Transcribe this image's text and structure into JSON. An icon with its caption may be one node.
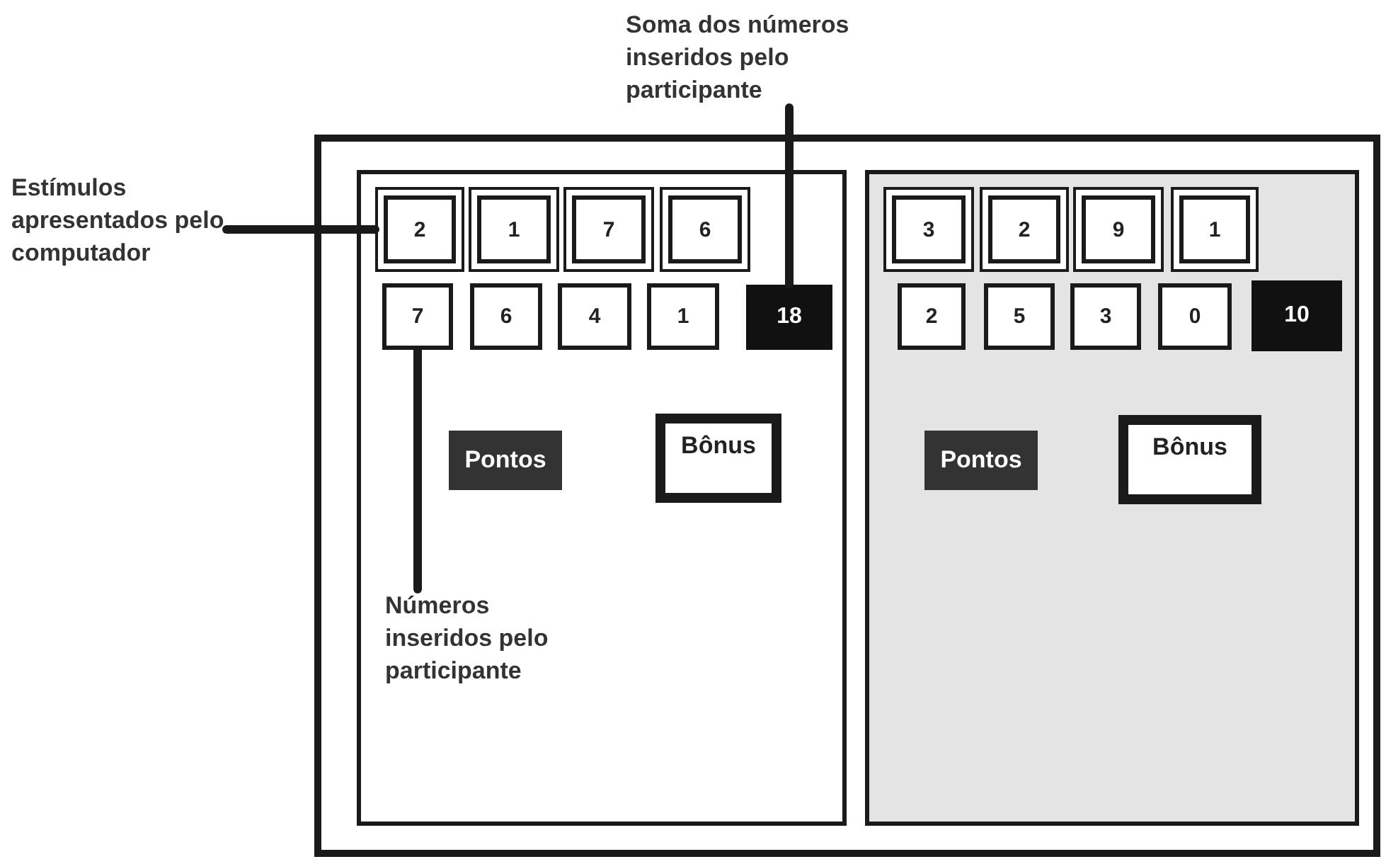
{
  "diagram": {
    "nodes": [
      {
        "text": [],
        "shape": "box"
      },
      {
        "text": [],
        "shape": "box",
        "in": 0
      },
      {
        "text": [],
        "shape": "box",
        "in": 0
      },
      {
        "text": [
          "2"
        ],
        "in": 1
      },
      {
        "text": [
          "1"
        ],
        "in": 1
      },
      {
        "text": [
          "7"
        ],
        "in": 1
      },
      {
        "text": [
          "6"
        ],
        "in": 1
      },
      {
        "text": [
          "7"
        ],
        "in": 1
      },
      {
        "text": [
          "6"
        ],
        "in": 1
      },
      {
        "text": [
          "4"
        ],
        "in": 1
      },
      {
        "text": [
          "1"
        ],
        "in": 1
      },
      {
        "text": [
          "18"
        ],
        "in": 1
      },
      {
        "text": [
          "Pontos"
        ],
        "in": 1
      },
      {
        "text": [
          "Bônus"
        ],
        "in": 1
      },
      {
        "text": [
          "3"
        ],
        "in": 2
      },
      {
        "text": [
          "2"
        ],
        "in": 2
      },
      {
        "text": [
          "9"
        ],
        "in": 2
      },
      {
        "text": [
          "1"
        ],
        "in": 2
      },
      {
        "text": [
          "2"
        ],
        "in": 2
      },
      {
        "text": [
          "5"
        ],
        "in": 2
      },
      {
        "text": [
          "3"
        ],
        "in": 2
      },
      {
        "text": [
          "0"
        ],
        "in": 2
      },
      {
        "text": [
          "10"
        ],
        "in": 2
      },
      {
        "text": [
          "Pontos"
        ],
        "in": 2
      },
      {
        "text": [
          "Bônus"
        ],
        "in": 2
      },
      {
        "text": [
          "Estímulos apresentados pelo computador"
        ]
      },
      {
        "text": [
          "Soma dos números inseridos pelo participante"
        ]
      },
      {
        "text": [
          "Números inseridos pelo participante"
        ],
        "in": 1
      }
    ],
    "edges": [
      {
        "from": 25,
        "to": 3,
        "arrow": "none"
      },
      {
        "from": 26,
        "to": 11,
        "arrow": "none"
      },
      {
        "from": 27,
        "to": 7,
        "arrow": "none"
      }
    ]
  }
}
